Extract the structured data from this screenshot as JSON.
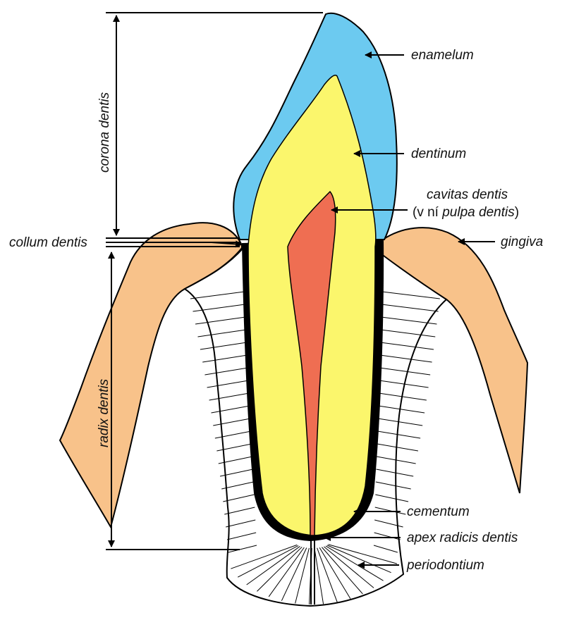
{
  "labels": {
    "enamelum": "enamelum",
    "dentinum": "dentinum",
    "cavitas_line1": "cavitas dentis",
    "cavitas_line2_prefix": "(v ní ",
    "cavitas_line2_italic": "pulpa dentis",
    "cavitas_line2_suffix": ")",
    "gingiva": "gingiva",
    "collum_dentis": "collum dentis",
    "corona_dentis": "corona dentis",
    "radix_dentis": "radix dentis",
    "cementum": "cementum",
    "apex_radicis_dentis": "apex radicis dentis",
    "periodontium": "periodontium"
  },
  "colors": {
    "enamel": "#6ccaf0",
    "dentin": "#fbf66c",
    "pulp": "#ef6e52",
    "gingiva": "#f8c28a",
    "cementum": "#000000",
    "periodontium": "#ffffff",
    "outline": "#000000"
  }
}
